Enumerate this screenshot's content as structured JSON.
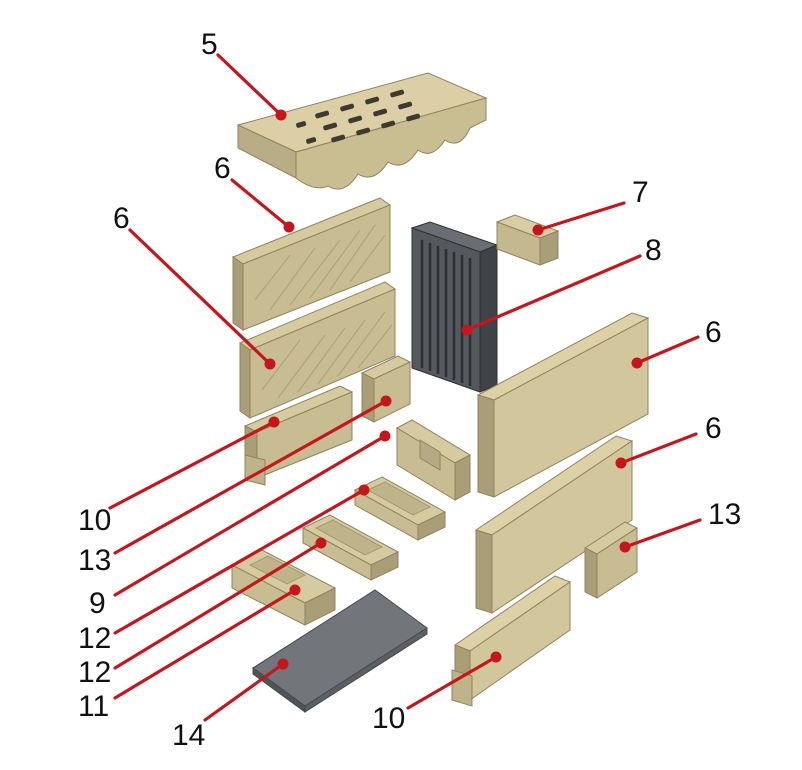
{
  "colors": {
    "brick_top": "#d9cda4",
    "brick_side": "#b8ad86",
    "brick_dark": "#9f946e",
    "brick_edge": "#8e845f",
    "grate": "#55585c",
    "grate_dark": "#35383b",
    "plate": "#6f7378",
    "plate_dark": "#4e5257",
    "leader": "#c4161c",
    "dot": "#c4161c",
    "label": "#111111"
  },
  "callouts": [
    {
      "id": "c5a",
      "label": "5"
    },
    {
      "id": "c6a",
      "label": "6"
    },
    {
      "id": "c6b",
      "label": "6"
    },
    {
      "id": "c7",
      "label": "7"
    },
    {
      "id": "c8",
      "label": "8"
    },
    {
      "id": "c6c",
      "label": "6"
    },
    {
      "id": "c6d",
      "label": "6"
    },
    {
      "id": "c10a",
      "label": "10"
    },
    {
      "id": "c13a",
      "label": "13"
    },
    {
      "id": "c9",
      "label": "9"
    },
    {
      "id": "c12a",
      "label": "12"
    },
    {
      "id": "c12b",
      "label": "12"
    },
    {
      "id": "c11",
      "label": "11"
    },
    {
      "id": "c13b",
      "label": "13"
    },
    {
      "id": "c14",
      "label": "14"
    },
    {
      "id": "c10b",
      "label": "10"
    }
  ]
}
